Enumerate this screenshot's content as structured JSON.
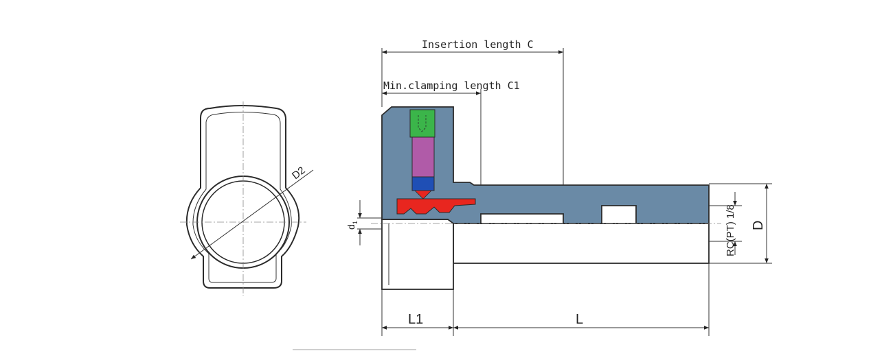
{
  "labels": {
    "insertion_length": "Insertion length C",
    "min_clamping_length": "Min.clamping length C1",
    "d2": "D2",
    "d": "d",
    "d_subscript": "1",
    "thread": "RC(PT) 1/8",
    "outer_diameter": "D",
    "l1": "L1",
    "l": "L"
  },
  "colors": {
    "body": "#6a8aa6",
    "screw_head": "#3bb54a",
    "screw_shank": "#b05ba8",
    "screw_tip": "#1f4fb5",
    "clamp_insert": "#e8261f",
    "line": "#2b2b2b"
  },
  "icons": {
    "screw_head": "hex-socket-screw-icon"
  }
}
